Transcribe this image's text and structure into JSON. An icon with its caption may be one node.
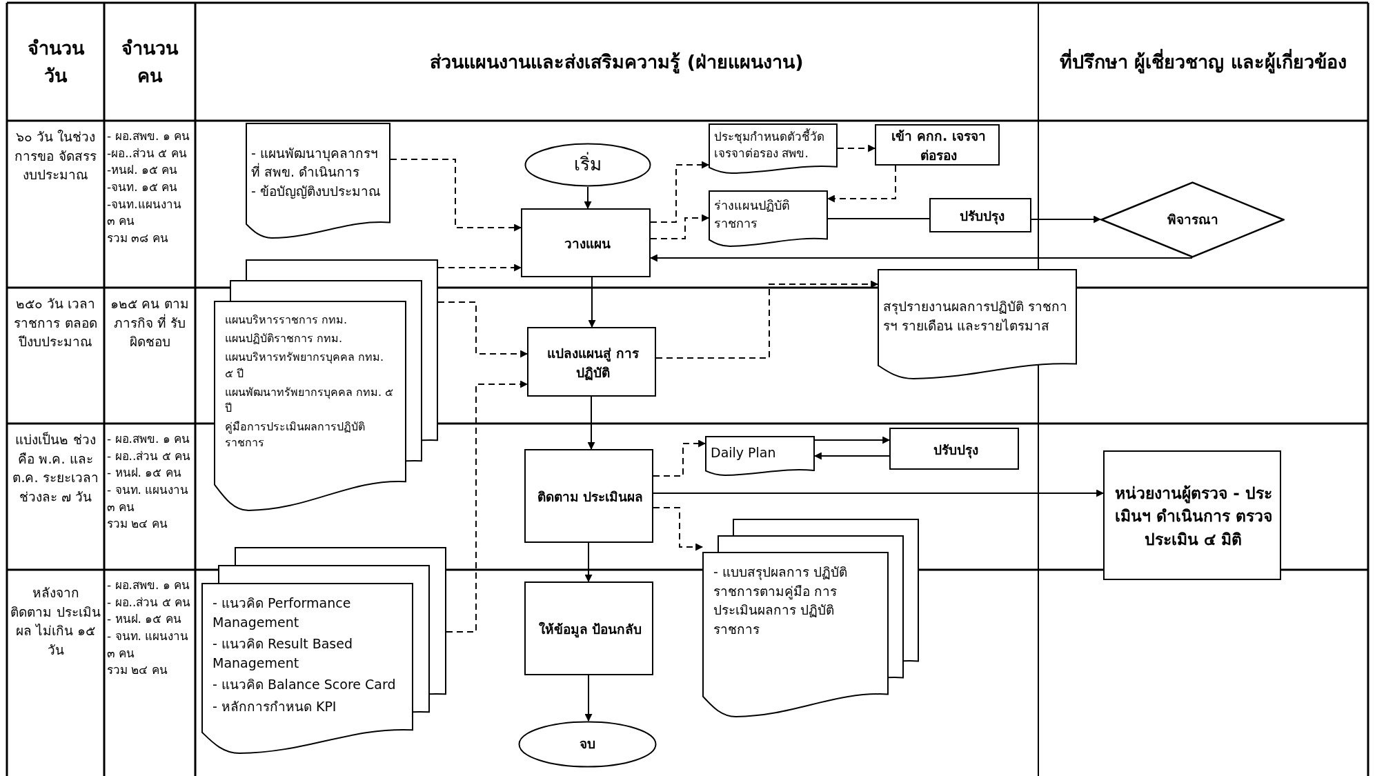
{
  "diagram": {
    "nodes": [
      {
        "text": [
          "- แผนพัฒนาบุคลากรฯ ที่ สพข. ดำเนินการ",
          "- ข้อบัญญัติงบประมาณ"
        ]
      },
      {
        "text": [
          "เริ่ม"
        ]
      },
      {
        "text": [
          "วางแผน"
        ]
      },
      {
        "text": [
          "แผนบริหารราชการ กทม.",
          "แผนปฏิบัติราชการ กทม.",
          "แผนบริหารทรัพยากรบุคคล กทม. ๕ ปี",
          "แผนพัฒนาทรัพยากรบุคคล กทม. ๕ ปี",
          "คู่มือการประเมินผลการปฏิบัติ ราชการ"
        ]
      },
      {
        "text": [
          "ประชุมกำหนดตัวชี้วัด เจรจาต่อรอง สพข."
        ]
      },
      {
        "text": [
          "เข้า คกก. เจรจาต่อรอง"
        ]
      },
      {
        "text": [
          "ร่างแผนปฏิบัติ ราชการ"
        ]
      },
      {
        "text": [
          "ปรับปรุง"
        ]
      },
      {
        "text": [
          "พิจารณา"
        ]
      },
      {
        "text": [
          "แปลงแผนสู่ การปฏิบัติ"
        ]
      },
      {
        "text": [
          "สรุปรายงานผลการปฏิบัติ ราชการฯ รายเดือน และรายไตรมาส"
        ]
      },
      {
        "text": [
          "ติดตาม ประเมินผล"
        ]
      },
      {
        "text": [
          "Daily Plan"
        ]
      },
      {
        "text": [
          "ปรับปรุง"
        ]
      },
      {
        "text": [
          "หน่วยงานผู้ตรวจ - ประเมินฯ ดำเนินการ ตรวจประเมิน ๔ มิติ"
        ]
      },
      {
        "text": [
          "- แบบสรุปผลการ ปฏิบัติราชการตามคู่มือ การประเมินผลการ ปฏิบัติราชการ"
        ]
      },
      {
        "text": [
          "- แนวคิด Performance Management",
          "- แนวคิด Result Based Management",
          "- แนวคิด Balance Score Card",
          "- หลักการกำหนด KPI"
        ]
      },
      {
        "text": [
          "ให้ข้อมูล ป้อนกลับ"
        ]
      },
      {
        "text": [
          "จบ"
        ]
      }
    ],
    "edges": [
      {
        "from": 0,
        "to": 2,
        "arrow": "to",
        "style": "dashed"
      },
      {
        "from": 3,
        "to": 2,
        "arrow": "to",
        "style": "dashed"
      },
      {
        "from": 1,
        "to": 2,
        "arrow": "to"
      },
      {
        "from": 2,
        "to": 4,
        "arrow": "to",
        "style": "dashed"
      },
      {
        "from": 2,
        "to": 6,
        "arrow": "to",
        "style": "dashed"
      },
      {
        "from": 4,
        "to": 5,
        "arrow": "to",
        "style": "dashed"
      },
      {
        "from": 5,
        "to": 6,
        "arrow": "to",
        "style": "dashed"
      },
      {
        "from": 6,
        "to": 7,
        "arrow": "none"
      },
      {
        "from": 7,
        "to": 8,
        "arrow": "to"
      },
      {
        "from": 8,
        "to": 2,
        "arrow": "to"
      },
      {
        "from": 2,
        "to": 9,
        "arrow": "to"
      },
      {
        "from": 3,
        "to": 9,
        "arrow": "to",
        "style": "dashed"
      },
      {
        "from": 16,
        "to": 9,
        "arrow": "to",
        "style": "dashed"
      },
      {
        "from": 9,
        "to": 10,
        "arrow": "to",
        "style": "dashed"
      },
      {
        "from": 9,
        "to": 11,
        "arrow": "to"
      },
      {
        "from": 11,
        "to": 12,
        "arrow": "to",
        "style": "dashed"
      },
      {
        "from": 12,
        "to": 13,
        "arrow": "to"
      },
      {
        "from": 13,
        "to": 12,
        "arrow": "to"
      },
      {
        "from": 11,
        "to": 14,
        "arrow": "to"
      },
      {
        "from": 11,
        "to": 15,
        "arrow": "to",
        "style": "dashed"
      },
      {
        "from": 11,
        "to": 17,
        "arrow": "to"
      },
      {
        "from": 17,
        "to": 18,
        "arrow": "to"
      }
    ],
    "labels": [
      "จำนวน วัน",
      "จำนวน คน",
      "ส่วนแผนงานและส่งเสริมความรู้ (ฝ่ายแผนงาน)",
      "ที่ปรึกษา ผู้เชี่ยวชาญ และผู้เกี่ยวข้อง",
      "๖๐ วัน ในช่วงการขอ จัดสรร งบประมาณ",
      "- ผอ.สพข. ๑ คน",
      "-ผอ..ส่วน ๕ คน",
      "-หนฝ. ๑๕ คน",
      "-จนท. ๑๕ คน",
      "-จนท.แผนงาน ๓ คน",
      "รวม ๓๘ คน",
      "๒๕๐ วัน เวลาราชการ ตลอด ปีงบประมาณ",
      "๑๒๕ คน ตามภารกิจ ที่ รับผิดชอบ",
      "แบ่งเป็น๒ ช่วง คือ พ.ค. และ ต.ค. ระยะเวลา ช่วงละ ๗ วัน",
      "- ผอ.สพข. ๑ คน",
      "- ผอ..ส่วน ๕ คน",
      "- หนฝ. ๑๕ คน",
      "- จนท. แผนงาน ๓ คน",
      "รวม ๒๔ คน",
      "หลังจาก ติดตาม ประเมินผล ไม่เกิน ๑๕ วัน",
      "- ผอ.สพข. ๑ คน",
      "- ผอ..ส่วน ๕ คน",
      "- หนฝ. ๑๕ คน",
      "- จนท. แผนงาน ๓ คน",
      "รวม ๒๔ คน"
    ]
  }
}
